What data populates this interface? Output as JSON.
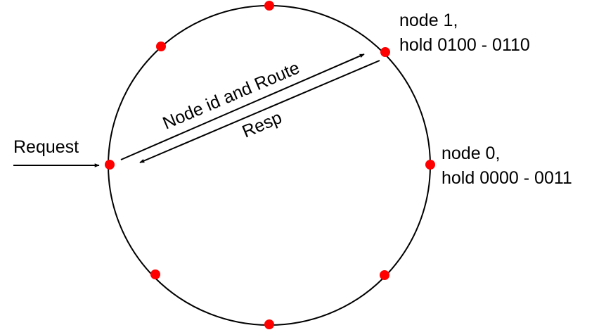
{
  "labels": {
    "node1_name": "node 1,",
    "node1_range": "hold 0100 - 0110",
    "node0_name": "node 0,",
    "node0_range": "hold 0000 - 0011",
    "request": "Request",
    "forward_arrow": "Node id and Route",
    "response_arrow": "Resp"
  },
  "colors": {
    "ring": "#000000",
    "node": "#ff0000",
    "arrow": "#000000",
    "background": "#ffffff"
  }
}
